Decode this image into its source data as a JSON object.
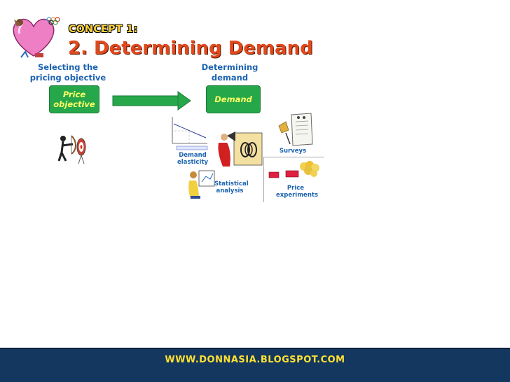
{
  "header": {
    "concept_label": "Concept 1:",
    "title": "2. Determining Demand"
  },
  "left": {
    "caption": "Selecting the pricing objective",
    "box_label": "Price objective"
  },
  "right": {
    "caption": "Determining demand",
    "box_label": "Demand"
  },
  "methods": {
    "demand_elasticity": "Demand elasticity",
    "statistical_analysis": "Statistical analysis",
    "surveys": "Surveys",
    "price_experiments": "Price experiments"
  },
  "footer": {
    "url": "www.donnasia.blogspot.com"
  },
  "colors": {
    "title": "#e0481d",
    "concept": "#ffd23a",
    "box_green": "#26a84a",
    "label_blue": "#1b63b0",
    "footer_bg": "#13375e",
    "footer_text": "#ffe033"
  },
  "icons": [
    "heart-icon",
    "archer-icon",
    "demand-curve-icon",
    "megaphone-presenter-icon",
    "survey-clipboard-icon",
    "statistician-icon",
    "price-experiment-icon"
  ]
}
